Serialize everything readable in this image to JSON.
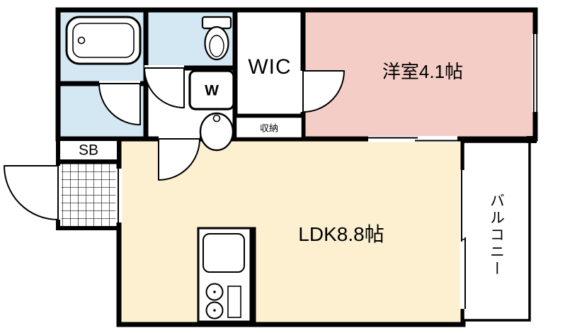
{
  "plan": {
    "rooms": {
      "wic": "WIC",
      "bedroom": "洋室4.1帖",
      "ldk": "LDK8.8帖",
      "balcony": "バルコニー",
      "storage": "収納",
      "shoe_box": "SB",
      "washer": "W"
    },
    "colors": {
      "bedroom_fill": "#f5cdc7",
      "ldk_fill": "#fcf0d1",
      "water_fill": "#d3e8f3",
      "wall": "#000000",
      "background": "#ffffff"
    }
  }
}
